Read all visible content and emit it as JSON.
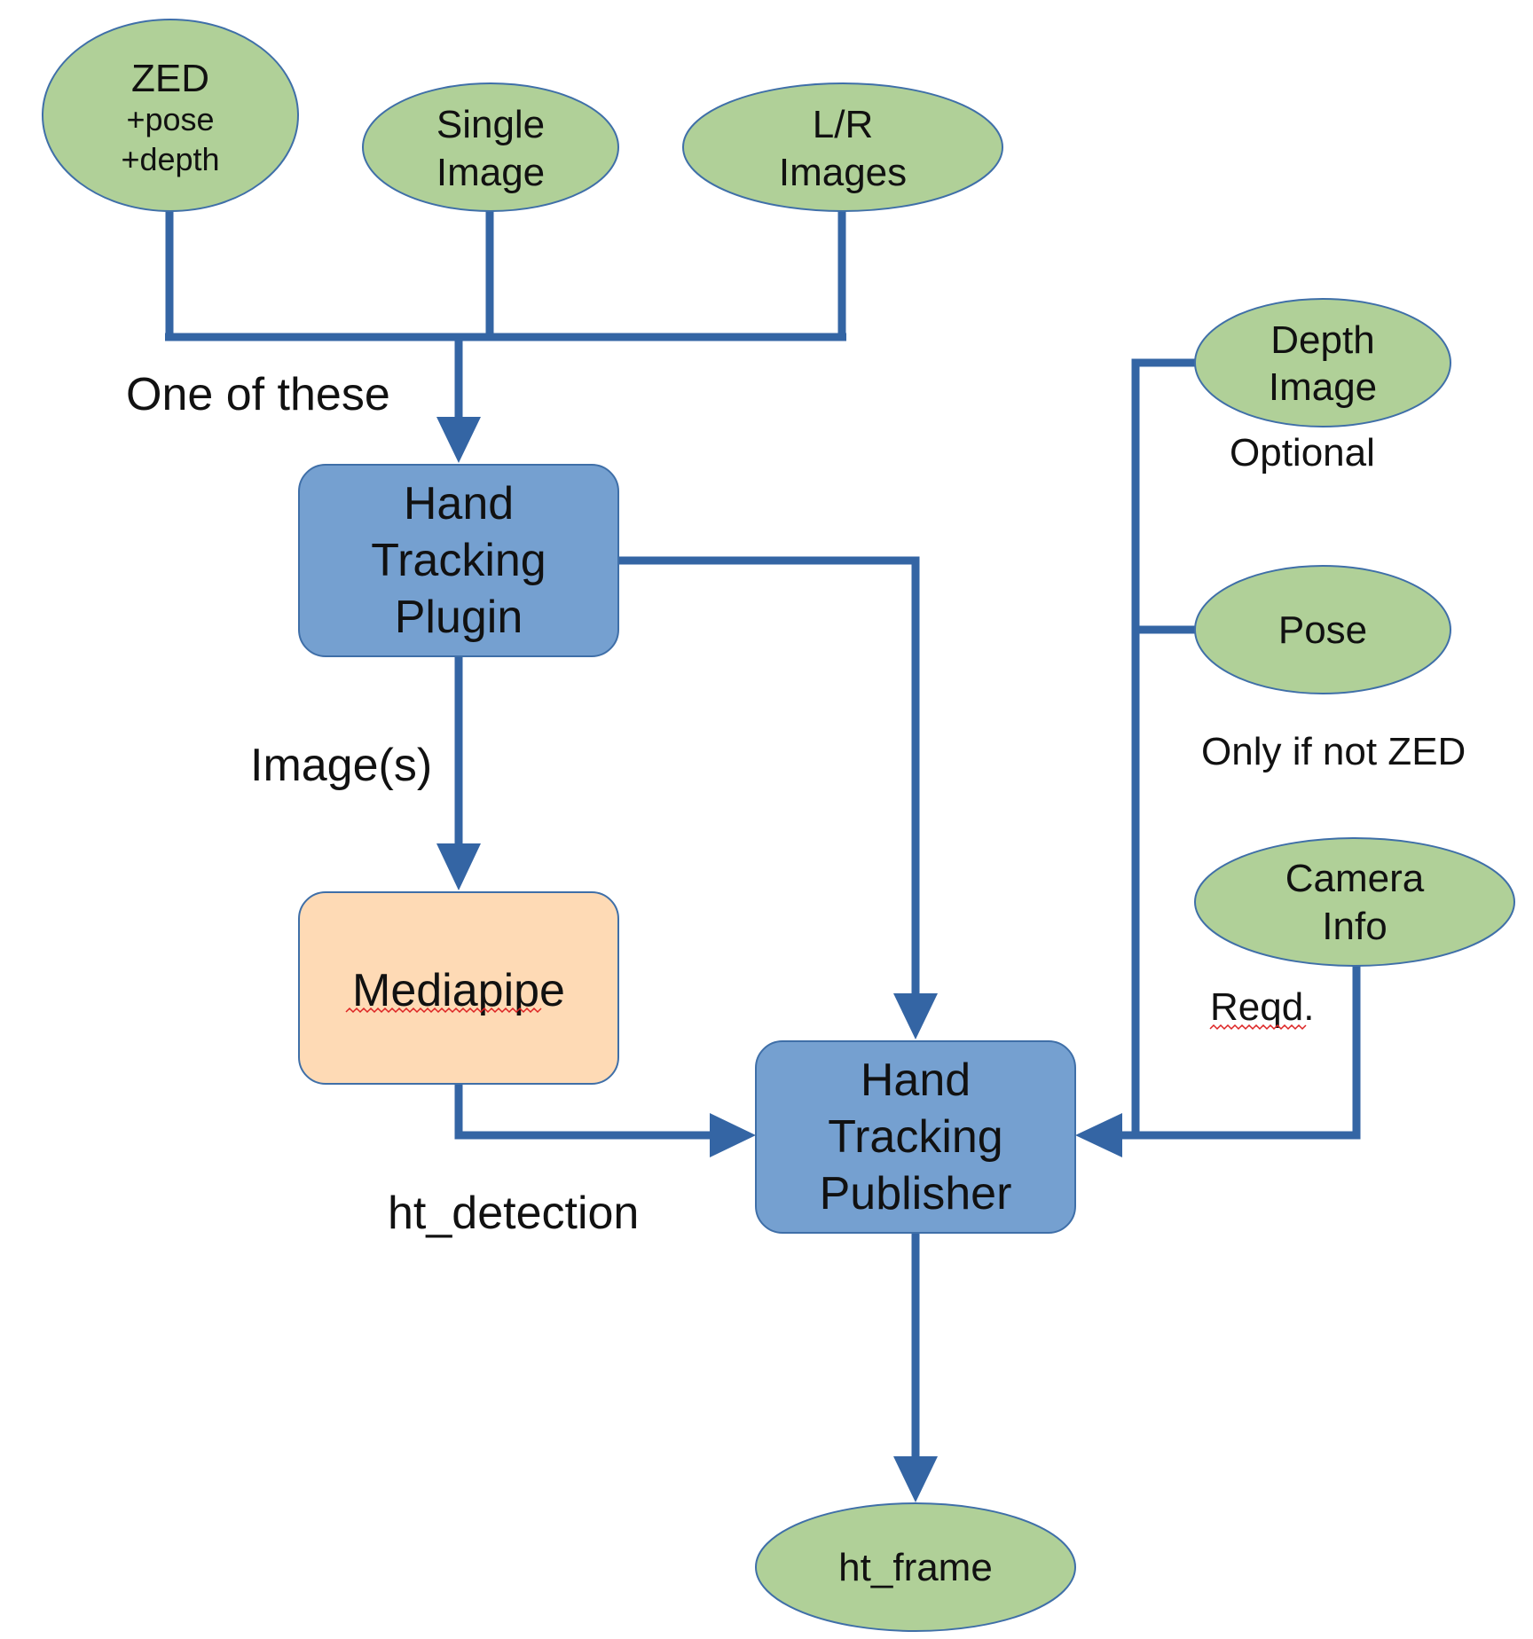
{
  "colors": {
    "ellipse_fill": "#b0d098",
    "box_blue": "#75a0d0",
    "box_orange": "#fedab5",
    "edge": "#3465a4",
    "outline": "#3f6fa8"
  },
  "nodes": {
    "zed": {
      "line1": "ZED",
      "line2": "+pose",
      "line3": "+depth"
    },
    "single_image": {
      "line1": "Single",
      "line2": "Image"
    },
    "lr_images": {
      "line1": "L/R",
      "line2": "Images"
    },
    "depth_image": {
      "line1": "Depth",
      "line2": "Image"
    },
    "pose": {
      "line1": "Pose"
    },
    "camera_info": {
      "line1": "Camera",
      "line2": "Info"
    },
    "plugin": {
      "line1": "Hand",
      "line2": "Tracking",
      "line3": "Plugin"
    },
    "mediapipe": {
      "line1": "Mediapipe"
    },
    "publisher": {
      "line1": "Hand",
      "line2": "Tracking",
      "line3": "Publisher"
    },
    "ht_frame": {
      "line1": "ht_frame"
    }
  },
  "labels": {
    "one_of_these": "One of these",
    "optional": "Optional",
    "images": "Image(s)",
    "only_if_not_zed": "Only if not ZED",
    "reqd": "Reqd.",
    "ht_detection": "ht_detection"
  }
}
